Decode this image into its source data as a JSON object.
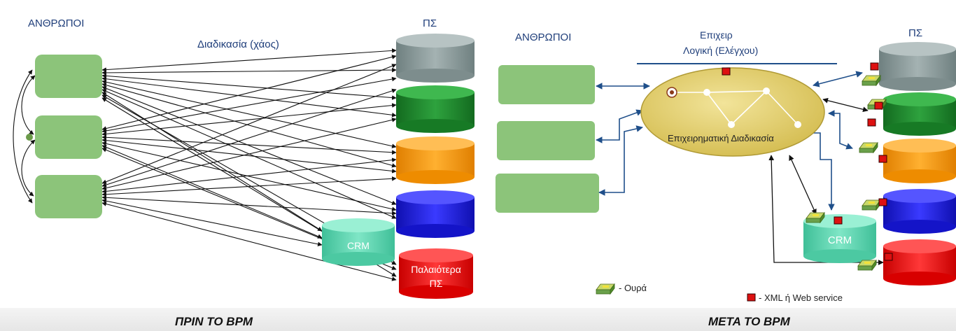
{
  "before": {
    "people_label": "ΑΝΘΡΩΠΟΙ",
    "process_label": "Διαδικασία (χάος)",
    "systems_label": "ΠΣ",
    "crm_label": "CRM",
    "legacy_label_line1": "Παλαιότερα",
    "legacy_label_line2": "ΠΣ",
    "caption": "ΠΡΙΝ ΤΟ BPM"
  },
  "after": {
    "people_label": "ΑΝΘΡΩΠΟΙ",
    "logic_label_line1": "Επιχειρ",
    "logic_label_line2": "Λογική (Ελέγχου)",
    "systems_label": "ΠΣ",
    "process_label": "Επιχειρηματική Διαδικασία",
    "crm_label": "CRM",
    "caption": "ΜΕΤΑ ΤΟ BPM"
  },
  "legend": {
    "queue_label": "- Ουρά",
    "service_label": "- XML ή Web service"
  },
  "colors": {
    "person_box": "#8cc47a",
    "db_gray": "#8a9a9a",
    "db_green": "#1e8a2e",
    "db_orange": "#ff9a00",
    "db_blue": "#1a1ad8",
    "db_red": "#ee1111",
    "db_teal": "#5ed3ae",
    "process_ellipse": "#e6d277",
    "service_marker": "#dd1111",
    "connector_blue": "#1f4f8a"
  }
}
